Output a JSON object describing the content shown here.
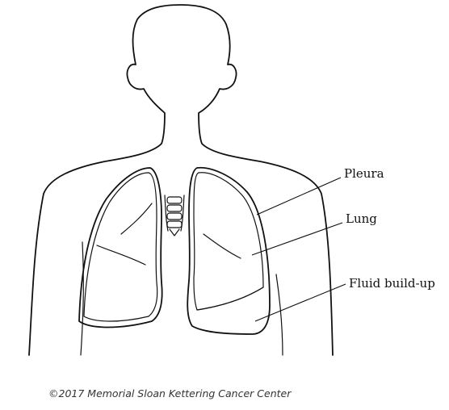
{
  "labels": {
    "pleura": "Pleura",
    "lung": "Lung",
    "fluid": "Fluid build-up"
  },
  "copyright": "©2017 Memorial Sloan Kettering Cancer Center",
  "colors": {
    "line": "#111111",
    "background": "#ffffff"
  }
}
